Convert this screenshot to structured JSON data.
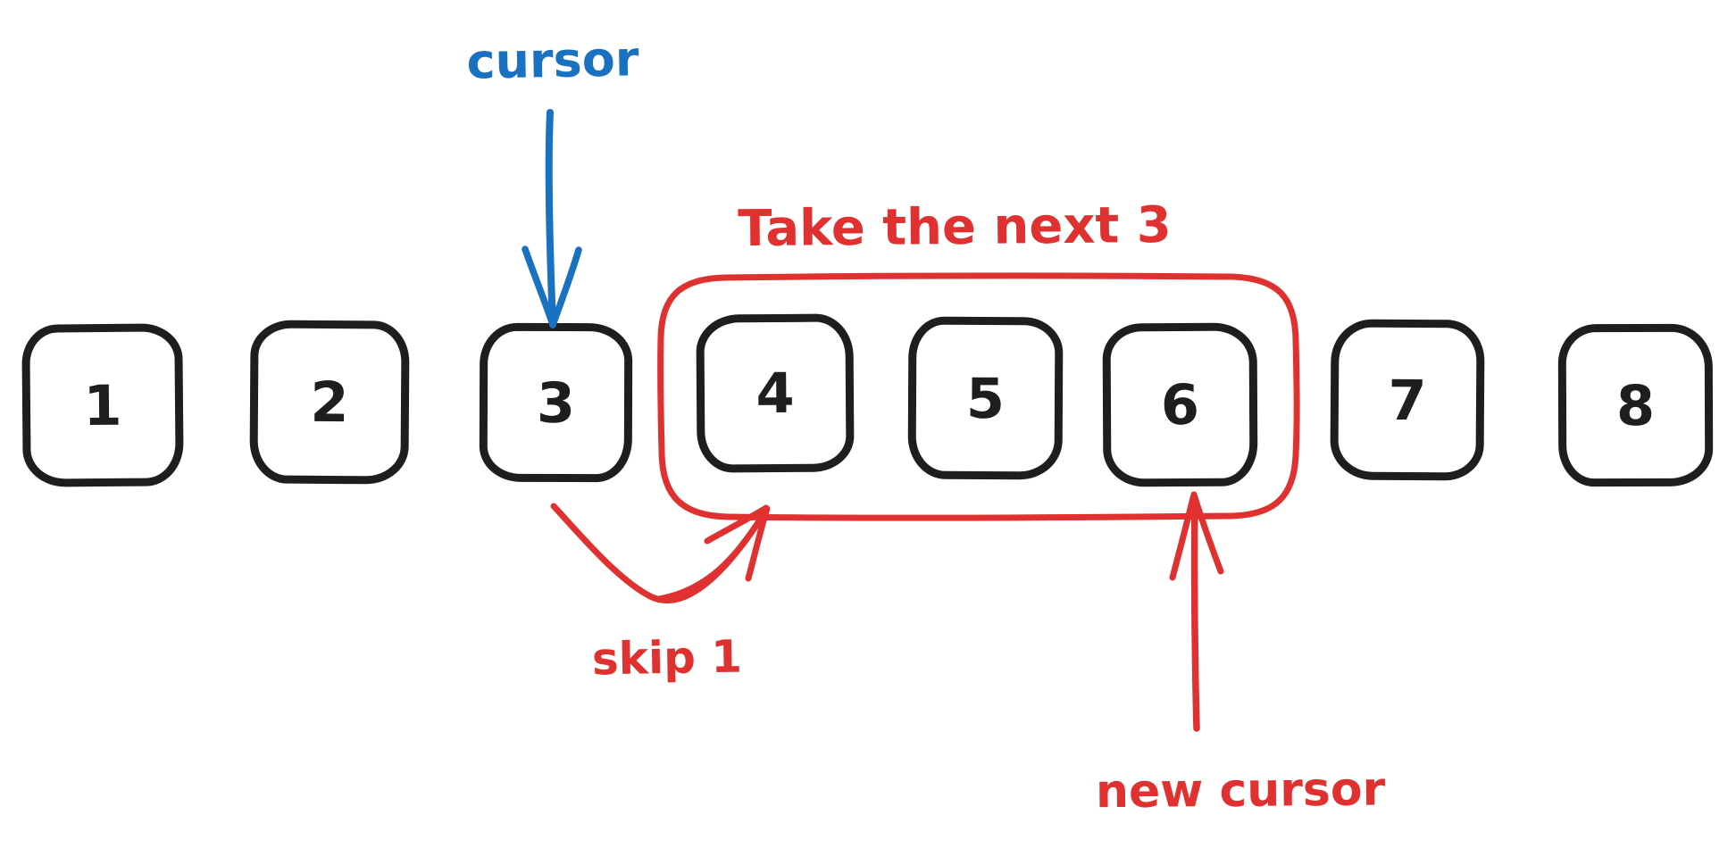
{
  "colors": {
    "background": "#ffffff",
    "ink": "#1e1e1e",
    "red": "#e03131",
    "blue": "#1971c2"
  },
  "boxes": [
    "1",
    "2",
    "3",
    "4",
    "5",
    "6",
    "7",
    "8"
  ],
  "labels": {
    "cursor": "cursor",
    "take_next": "Take the next 3",
    "skip": "skip 1",
    "new_cursor": "new cursor"
  }
}
